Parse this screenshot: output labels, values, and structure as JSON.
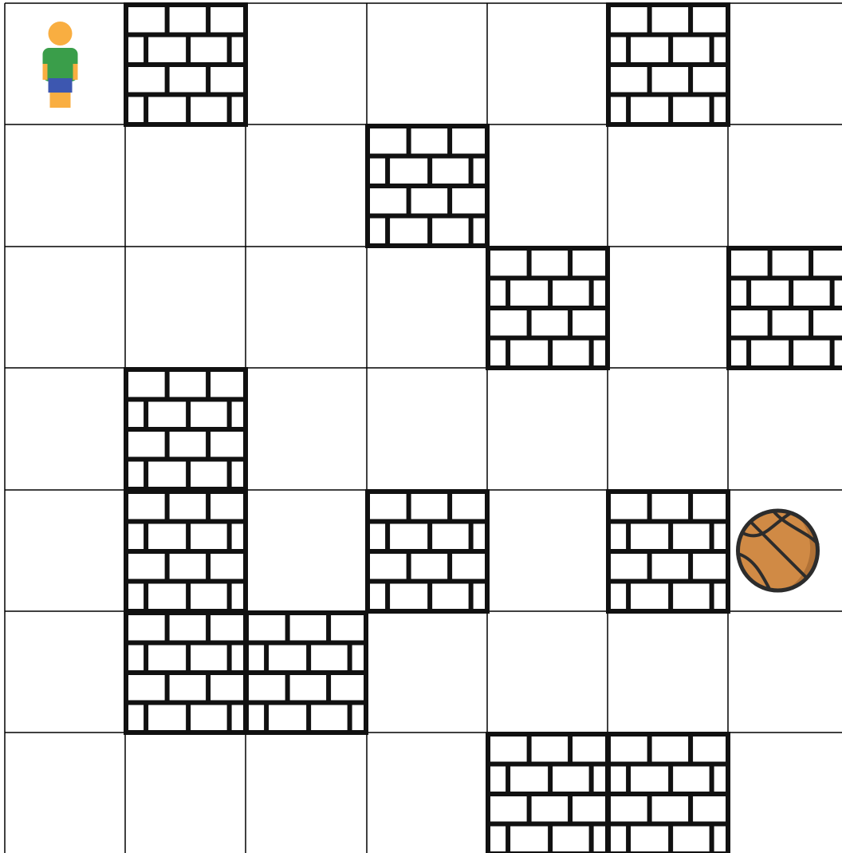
{
  "game": {
    "rows": 7,
    "cols": 7,
    "player": {
      "row": 0,
      "col": 0,
      "icon": "person-icon"
    },
    "goal": {
      "row": 4,
      "col": 6,
      "icon": "basketball-icon"
    },
    "walls": [
      [
        0,
        1
      ],
      [
        0,
        5
      ],
      [
        1,
        3
      ],
      [
        2,
        4
      ],
      [
        2,
        6
      ],
      [
        3,
        1
      ],
      [
        4,
        1
      ],
      [
        4,
        3
      ],
      [
        4,
        5
      ],
      [
        5,
        1
      ],
      [
        5,
        2
      ],
      [
        6,
        4
      ],
      [
        6,
        5
      ]
    ],
    "colors": {
      "grid_line": "#000000",
      "wall_stroke": "#111111",
      "wall_fill": "#ffffff",
      "player_head": "#f9ae41",
      "player_shirt": "#3a9e4a",
      "player_shorts": "#3d57b0",
      "player_legs": "#f9ae41",
      "ball_fill": "#d08a45",
      "ball_shade": "#a86a32",
      "ball_stroke": "#2c2c2c"
    }
  }
}
